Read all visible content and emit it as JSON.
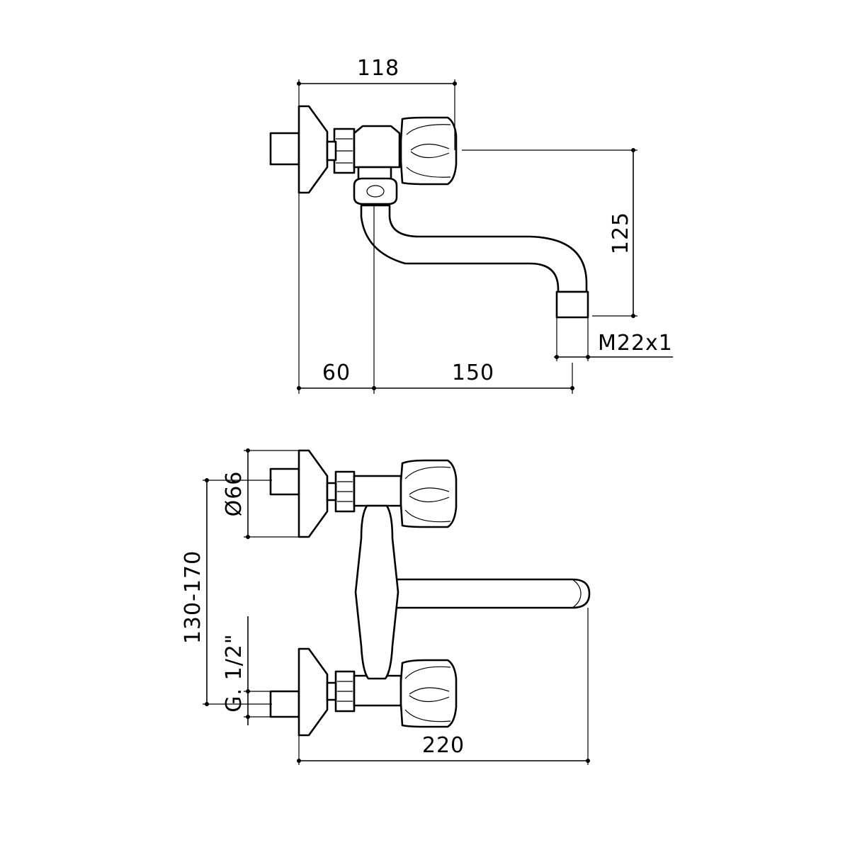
{
  "side_view": {
    "dim_width": "118",
    "dim_wall_to_spout": "60",
    "dim_reach": "150",
    "dim_height": "125",
    "dim_thread": "M22x1"
  },
  "front_view": {
    "dim_diameter": "Ø66",
    "dim_centers": "130-170",
    "dim_inlet": "G. 1/2\"",
    "dim_overall": "220"
  }
}
